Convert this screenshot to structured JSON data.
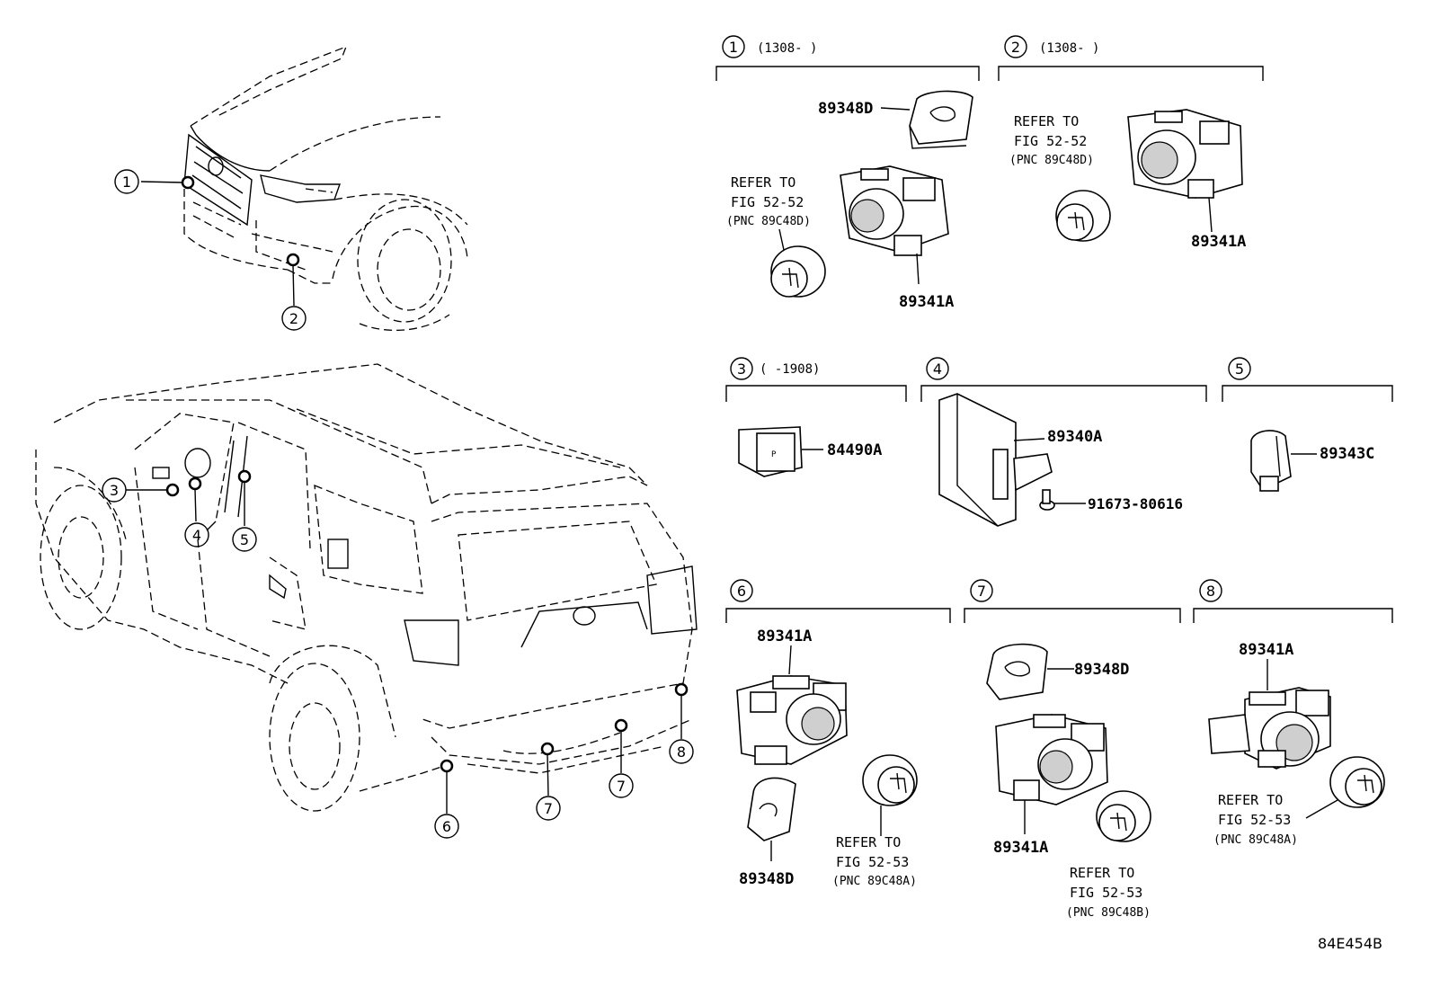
{
  "diagram": {
    "drawing_id": "84E454B",
    "location_callouts": [
      "1",
      "2",
      "3",
      "4",
      "5",
      "6",
      "7",
      "8"
    ],
    "sections": [
      {
        "num": "1",
        "date": "(1308-     )",
        "parts": [
          "89348D",
          "89341A"
        ],
        "ref": [
          "REFER TO",
          "FIG 52-52",
          "(PNC 89C48D)"
        ]
      },
      {
        "num": "2",
        "date": "(1308-     )",
        "parts": [
          "89341A"
        ],
        "ref": [
          "REFER TO",
          "FIG 52-52",
          "(PNC 89C48D)"
        ]
      },
      {
        "num": "3",
        "date": "(     -1908)",
        "parts": [
          "84490A"
        ]
      },
      {
        "num": "4",
        "date": "",
        "parts": [
          "89340A",
          "91673-80616"
        ]
      },
      {
        "num": "5",
        "date": "",
        "parts": [
          "89343C"
        ]
      },
      {
        "num": "6",
        "date": "",
        "parts": [
          "89341A",
          "89348D"
        ],
        "ref": [
          "REFER TO",
          "FIG 52-53",
          "(PNC 89C48A)"
        ]
      },
      {
        "num": "7",
        "date": "",
        "parts": [
          "89348D",
          "89341A"
        ],
        "ref": [
          "REFER TO",
          "FIG 52-53",
          "(PNC 89C48B)"
        ]
      },
      {
        "num": "8",
        "date": "",
        "parts": [
          "89341A"
        ],
        "ref": [
          "REFER TO",
          "FIG 52-53",
          "(PNC 89C48A)"
        ]
      }
    ]
  }
}
